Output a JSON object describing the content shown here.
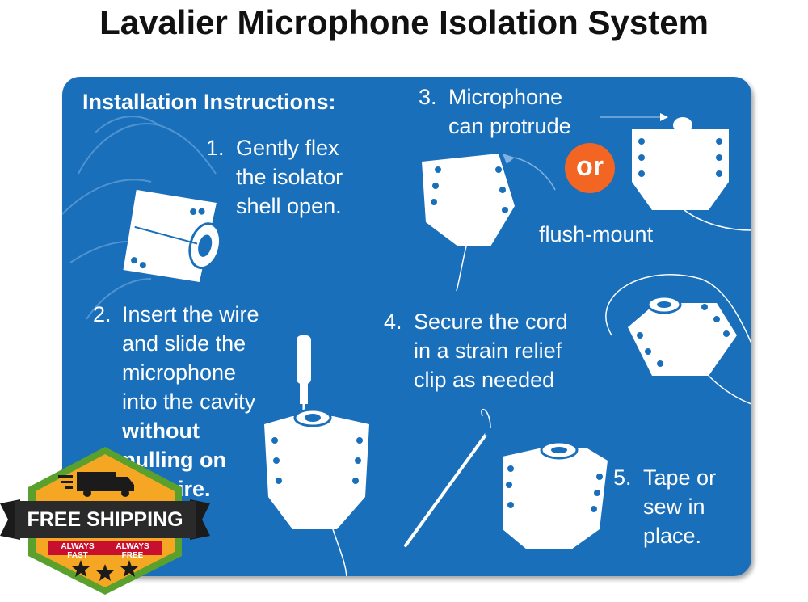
{
  "title": "Lavalier Microphone Isolation System",
  "instructions": {
    "heading": "Installation Instructions:",
    "step1": {
      "num": "1.",
      "lines": [
        "Gently flex",
        "the isolator",
        "shell open."
      ]
    },
    "step2": {
      "num": "2.",
      "lines": [
        "Insert the wire",
        "and slide the",
        "microphone",
        "into the cavity"
      ],
      "bold_lines": [
        "without",
        "pulling on",
        "the wire."
      ]
    },
    "step3": {
      "num": "3.",
      "lines": [
        "Microphone",
        "can protrude"
      ]
    },
    "or_label": "or",
    "flush_label": "flush-mount",
    "step4": {
      "num": "4.",
      "lines": [
        "Secure the cord",
        "in a strain relief",
        "clip as needed"
      ]
    },
    "step5": {
      "num": "5.",
      "lines": [
        "Tape or",
        "sew in",
        "place."
      ]
    }
  },
  "badge": {
    "main": "FREE SHIPPING",
    "left_tag": "ALWAYS FAST",
    "right_tag": "ALWAYS FREE"
  },
  "colors": {
    "panel": "#1a6fbb",
    "accent": "#f26522",
    "badge_gold": "#f5a623",
    "badge_green": "#5aa02c"
  }
}
